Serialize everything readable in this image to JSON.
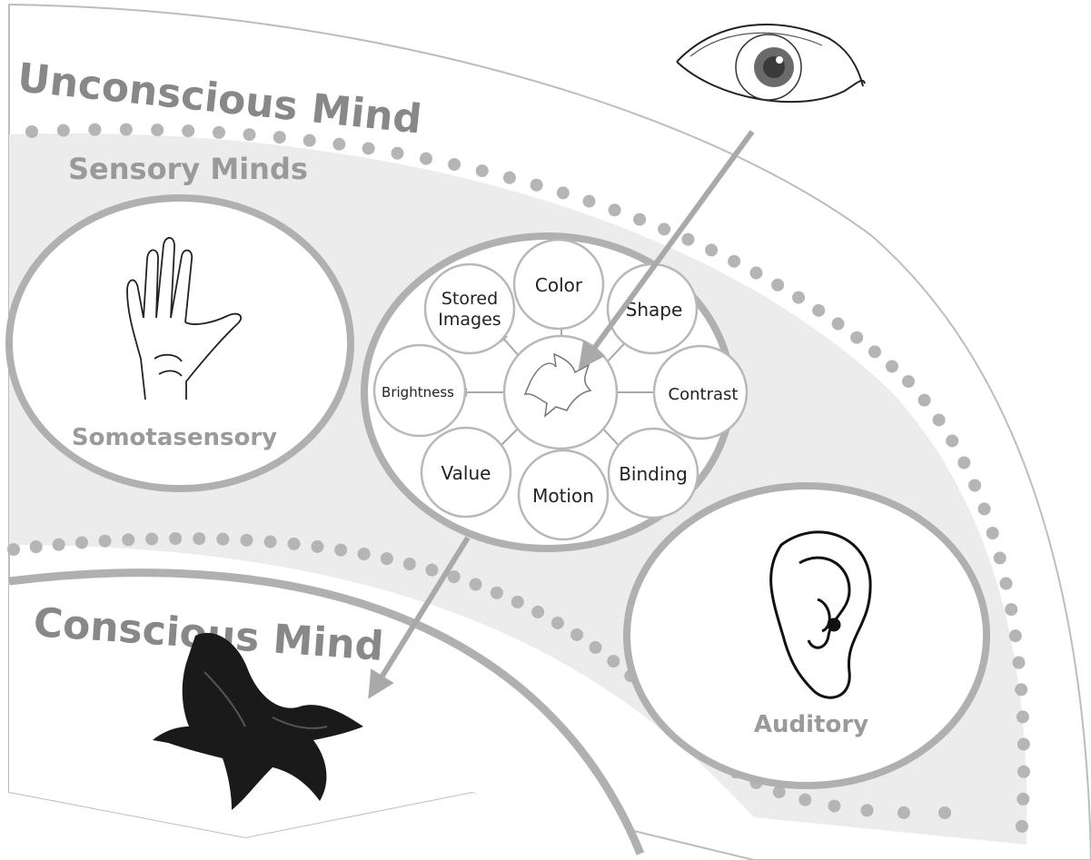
{
  "titles": {
    "unconscious": "Unconscious Mind",
    "sensory": "Sensory Minds",
    "conscious": "Conscious Mind"
  },
  "modalities": {
    "somatosensory": "Somotasensory",
    "auditory": "Auditory"
  },
  "visual_nodes": {
    "color": "Color",
    "shape": "Shape",
    "contrast": "Contrast",
    "binding": "Binding",
    "motion": "Motion",
    "value": "Value",
    "brightness": "Brightness",
    "stored_line1": "Stored",
    "stored_line2": "Images"
  },
  "icons": [
    "eye-icon",
    "hand-icon",
    "ear-icon",
    "bird-icon",
    "bird-silhouette-icon"
  ],
  "colors": {
    "region_fill": "#ececec",
    "outline": "#b0b0b0",
    "text_gray": "#888888",
    "dots": "#b5b5b5"
  }
}
